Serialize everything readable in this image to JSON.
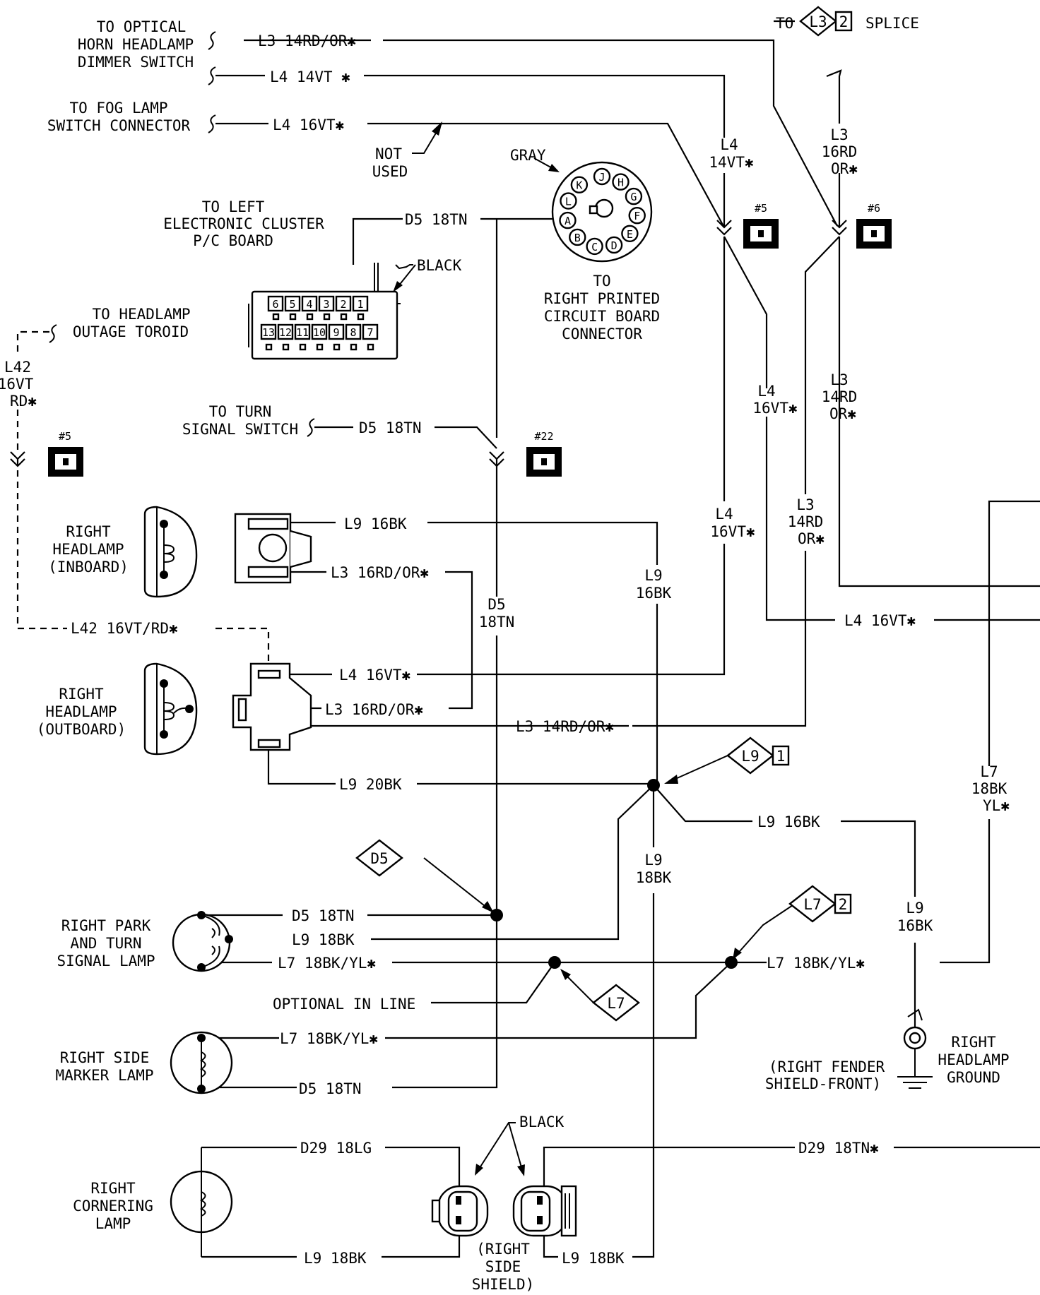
{
  "labels": {
    "to_optical": [
      "TO OPTICAL",
      "HORN HEADLAMP",
      "DIMMER SWITCH"
    ],
    "to_fog": [
      "TO FOG LAMP",
      "SWITCH CONNECTOR"
    ],
    "not_used": [
      "NOT",
      "USED"
    ],
    "gray": "GRAY",
    "black_top": "BLACK",
    "to_left_cluster": [
      "TO LEFT",
      "ELECTRONIC CLUSTER",
      "P/C BOARD"
    ],
    "to_right_pcb": [
      "TO",
      "RIGHT PRINTED",
      "CIRCUIT BOARD",
      "CONNECTOR"
    ],
    "to_headlamp_toroid": [
      "TO HEADLAMP",
      "OUTAGE TOROID"
    ],
    "to_turn_signal": [
      "TO TURN",
      "SIGNAL SWITCH"
    ],
    "to_splice": "TO",
    "splice_word": "SPLICE",
    "right_headlamp_inboard": [
      "RIGHT",
      "HEADLAMP",
      "(INBOARD)"
    ],
    "right_headlamp_outboard": [
      "RIGHT",
      "HEADLAMP",
      "(OUTBOARD)"
    ],
    "right_park_turn": [
      "RIGHT PARK",
      "AND TURN",
      "SIGNAL LAMP"
    ],
    "optional_in_line": "OPTIONAL IN LINE",
    "right_side_marker": [
      "RIGHT SIDE",
      "MARKER LAMP"
    ],
    "right_cornering": [
      "RIGHT",
      "CORNERING",
      "LAMP"
    ],
    "black_bottom": "BLACK",
    "right_side_shield": [
      "(RIGHT",
      "SIDE",
      "SHIELD)"
    ],
    "right_fender": [
      "(RIGHT FENDER",
      "SHIELD-FRONT)"
    ],
    "right_headlamp_ground": [
      "RIGHT",
      "HEADLAMP",
      "GROUND"
    ]
  },
  "wires": {
    "l3_14rd_or_top": "L3 14RD/OR✱",
    "l4_14vt_top": "L4 14VT ✱",
    "l4_16vt_top": "L4 16VT✱",
    "d5_18tn_cluster": "D5 18TN",
    "l4_14vt_vert": [
      "L4",
      "14VT✱"
    ],
    "l3_16rd_or_vert": [
      "L3",
      "16RD",
      "OR✱"
    ],
    "l42_16vt_rd_vert": [
      "L42",
      "16VT",
      "RD✱"
    ],
    "d5_18tn_turn": "D5 18TN",
    "l4_16vt_vert": [
      "L4",
      "16VT✱"
    ],
    "l3_14rd_or_vert": [
      "L3",
      "14RD",
      "OR✱"
    ],
    "l4_16vt_vert2": [
      "L4",
      "16VT✱"
    ],
    "l3_14rd_or_vert2": [
      "L3",
      "14RD",
      "OR✱"
    ],
    "l9_16bk_inboard": "L9 16BK",
    "l3_16rd_or_inboard": "L3 16RD/OR✱",
    "d5_18tn_vert": [
      "D5",
      "18TN"
    ],
    "l9_16bk_vert": [
      "L9",
      "16BK"
    ],
    "l4_16vt_right": "L4 16VT✱",
    "l42_16vt_rd_horiz": "L42 16VT/RD✱",
    "l4_16vt_outboard": "L4 16VT✱",
    "l3_16rd_or_outboard": "L3 16RD/OR✱",
    "l3_14rd_or_outboard": "L3 14RD/OR✱",
    "l9_20bk": "L9 20BK",
    "l9_16bk_ground": "L9 16BK",
    "l9_18bk_vert": [
      "L9",
      "18BK"
    ],
    "l9_16bk_vert_ground": [
      "L9",
      "16BK"
    ],
    "l7_18bk_yl_vert": [
      "L7",
      "18BK",
      "YL✱"
    ],
    "d5_18tn_park": "D5 18TN",
    "l9_18bk_park": "L9 18BK",
    "l7_18bk_yl_park": "L7 18BK/YL✱",
    "l7_18bk_yl_right": "L7 18BK/YL✱",
    "l7_18bk_yl_marker": "L7 18BK/YL✱",
    "d5_18tn_marker": "D5 18TN",
    "d29_18lg": "D29 18LG",
    "d29_18tn": "D29 18TN✱",
    "l9_18bk_corner": "L9 18BK",
    "l9_18bk_shield": "L9 18BK"
  },
  "splices": {
    "l3_2": [
      "L3",
      "2"
    ],
    "l9_1": [
      "L9",
      "1"
    ],
    "d5": "D5",
    "l7_2": [
      "L7",
      "2"
    ],
    "l7": "L7"
  },
  "refs": {
    "ref5_top": "#5",
    "ref6_top": "#6",
    "ref22": "#22",
    "ref5_left": "#5"
  },
  "connector_pins": {
    "round": [
      "J",
      "H",
      "G",
      "F",
      "E",
      "D",
      "C",
      "B",
      "A",
      "L",
      "K"
    ],
    "black_top_row": [
      "6",
      "5",
      "4",
      "3",
      "2",
      "1"
    ],
    "black_bottom_row": [
      "13",
      "12",
      "11",
      "10",
      "9",
      "8",
      "7"
    ]
  }
}
